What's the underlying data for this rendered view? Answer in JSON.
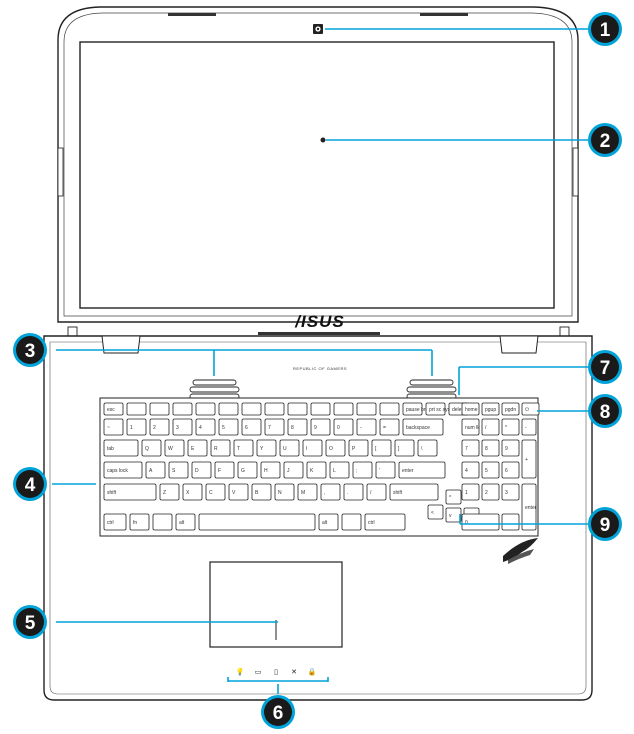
{
  "brand_logo": "/ISUS",
  "deck_label": "REPUBLIC OF GAMERS",
  "callouts": [
    "1",
    "2",
    "3",
    "4",
    "5",
    "6",
    "7",
    "8",
    "9"
  ],
  "keys": {
    "row_fn": [
      "esc",
      "",
      "",
      "",
      "",
      "",
      "",
      "",
      "",
      "",
      "",
      "",
      "",
      "pause break",
      "prt sc sysrq",
      "delete"
    ],
    "row_num": [
      "~",
      "1",
      "2",
      "3",
      "4",
      "5",
      "6",
      "7",
      "8",
      "9",
      "0",
      "-",
      "=",
      "backspace"
    ],
    "row_tab": [
      "tab",
      "Q",
      "W",
      "E",
      "R",
      "T",
      "Y",
      "U",
      "I",
      "O",
      "P",
      "[",
      "]",
      "\\"
    ],
    "row_caps": [
      "caps lock",
      "A",
      "S",
      "D",
      "F",
      "G",
      "H",
      "J",
      "K",
      "L",
      ";",
      "'",
      "enter"
    ],
    "row_shift": [
      "shift",
      "Z",
      "X",
      "C",
      "V",
      "B",
      "N",
      "M",
      ",",
      ".",
      "/",
      "shift"
    ],
    "row_bottom": [
      "ctrl",
      "fn",
      "",
      "alt",
      "",
      "alt",
      "",
      "ctrl"
    ],
    "numpad_top": [
      "home",
      "pgup",
      "pgdn",
      "⏻"
    ],
    "numpad": [
      "num lk",
      "/",
      "*",
      "-",
      "7",
      "8",
      "9",
      "+",
      "4",
      "5",
      "6",
      "1",
      "2",
      "3",
      "enter",
      "0",
      "."
    ]
  },
  "indicators": [
    "💡",
    "▭",
    "▯",
    "✕",
    "🔒"
  ]
}
